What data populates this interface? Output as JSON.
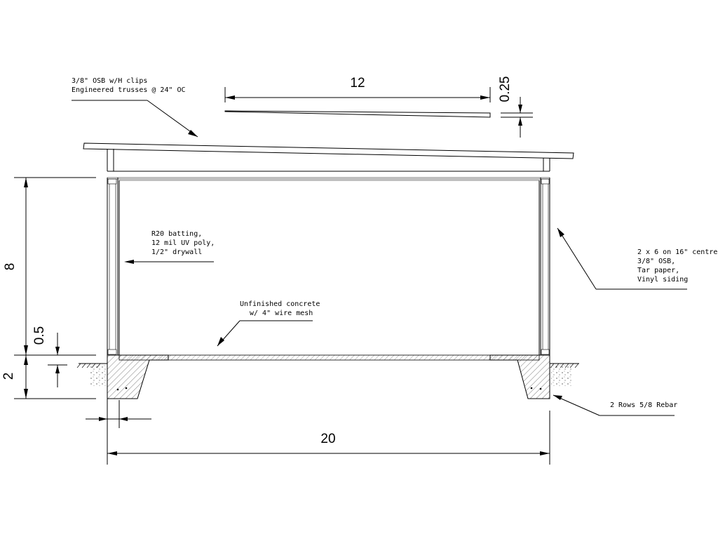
{
  "notes": {
    "roof": [
      "3/8\" OSB w/H clips",
      "Engineered trusses @ 24\" OC"
    ],
    "interior": [
      "R20 batting,",
      "12 mil UV poly,",
      "1/2\" drywall"
    ],
    "slab": [
      "Unfinished concrete",
      "w/ 4\" wire mesh"
    ],
    "wall": [
      "2 x 6 on 16\" centre",
      "3/8\" OSB,",
      "Tar paper,",
      "Vinyl siding"
    ],
    "rebar": [
      "2 Rows 5/8 Rebar"
    ]
  },
  "dimensions": {
    "roof_length": "12",
    "roof_thickness": "0.25",
    "wall_height": "8",
    "slab_thickness": "0.5",
    "footing_depth": "2",
    "building_width": "20"
  }
}
